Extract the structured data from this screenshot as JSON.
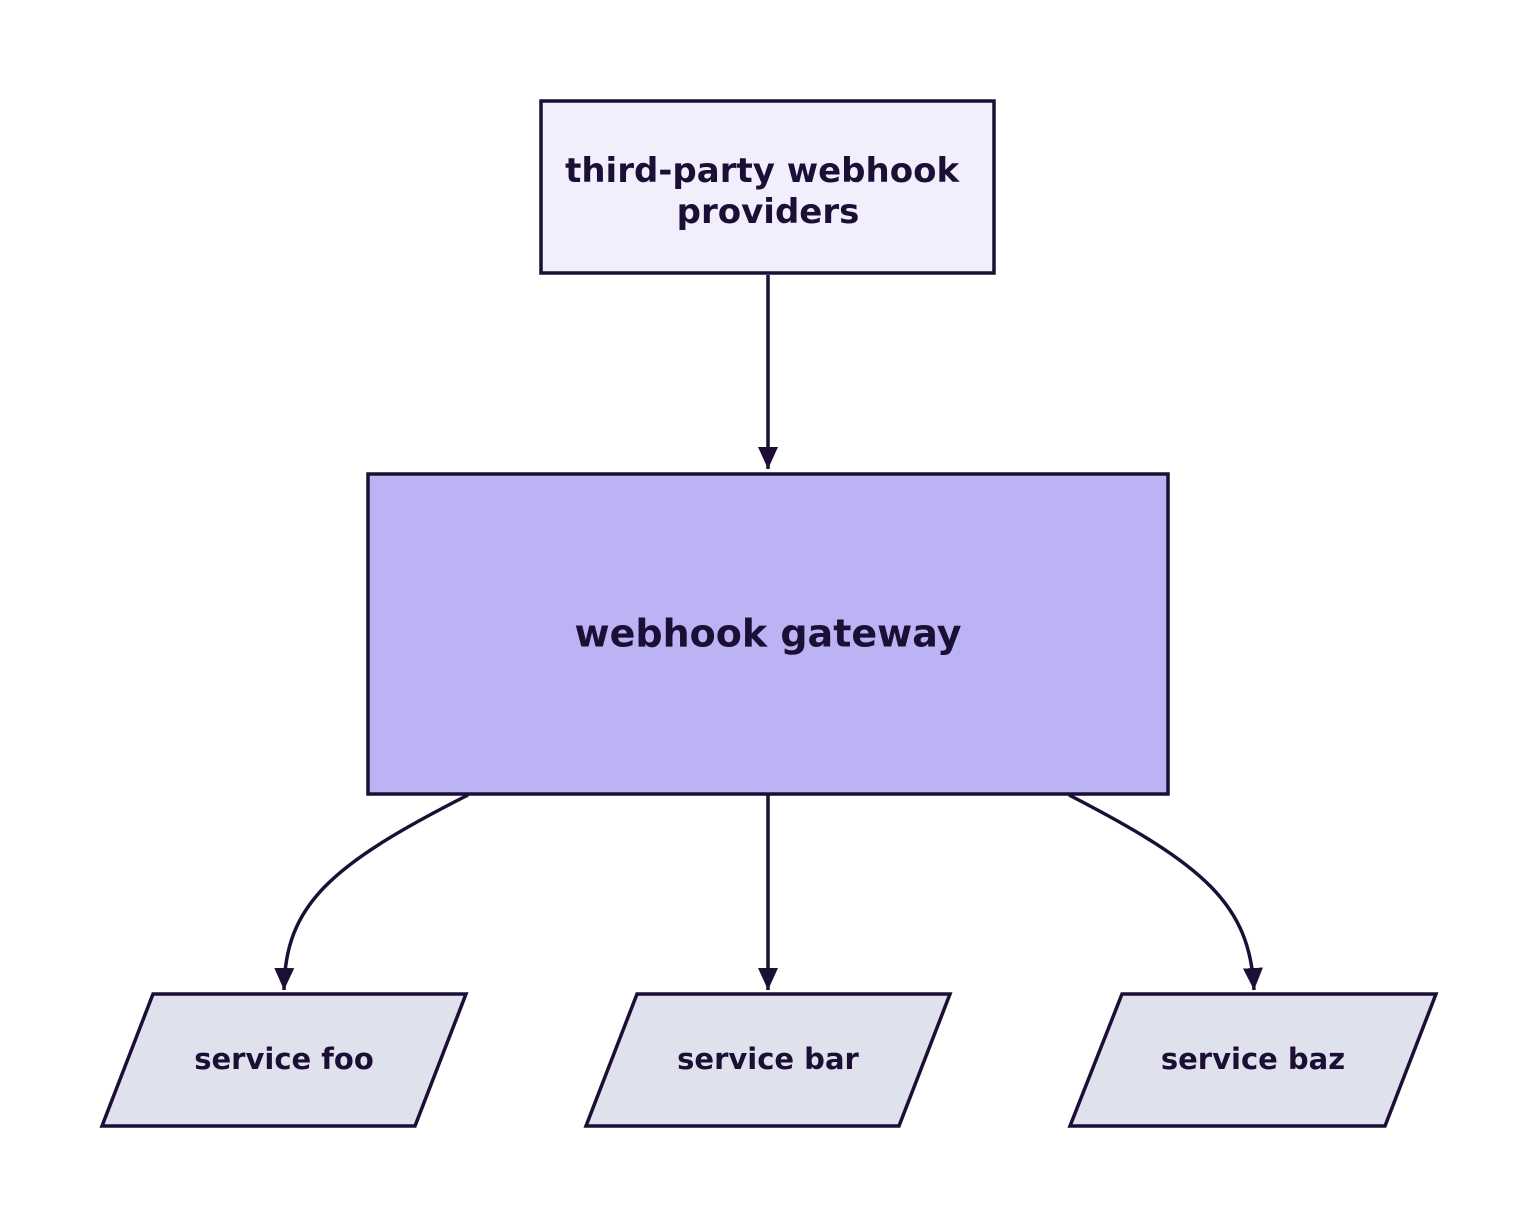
{
  "colors": {
    "stroke": "#1c0f35",
    "text": "#1c0f35",
    "providers_fill": "#f2effd",
    "gateway_fill": "#bcb3f5",
    "service_fill": "#dfe1ed"
  },
  "nodes": {
    "providers": {
      "line1": "third-party webhook",
      "line2": "providers"
    },
    "gateway": {
      "label": "webhook gateway"
    },
    "services": [
      {
        "label": "service foo"
      },
      {
        "label": "service bar"
      },
      {
        "label": "service baz"
      }
    ]
  },
  "edges": [
    {
      "from": "third-party webhook providers",
      "to": "webhook gateway"
    },
    {
      "from": "webhook gateway",
      "to": "service foo"
    },
    {
      "from": "webhook gateway",
      "to": "service bar"
    },
    {
      "from": "webhook gateway",
      "to": "service baz"
    }
  ]
}
